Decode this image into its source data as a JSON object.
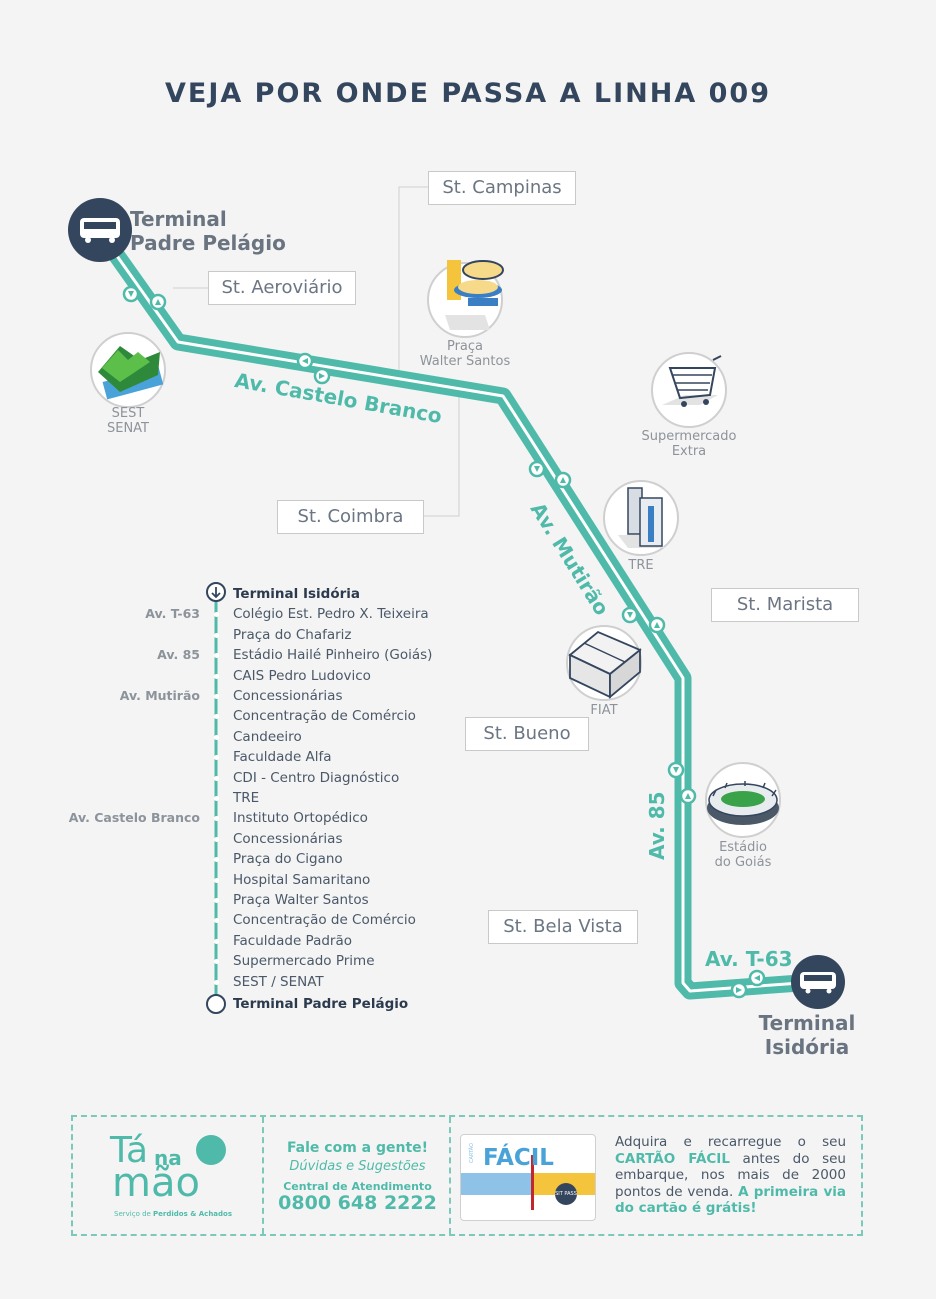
{
  "title": "VEJA POR ONDE PASSA A LINHA 009",
  "colors": {
    "route": "#4fbaa9",
    "navy": "#34465e",
    "accent_yellow": "#f3c43c",
    "accent_blue": "#8ec2e6",
    "accent_red": "#c2272d"
  },
  "terminals": {
    "start": {
      "line1": "Terminal",
      "line2": "Padre Pelágio",
      "icon": "bus-icon"
    },
    "end": {
      "line1": "Terminal",
      "line2": "Isidória",
      "icon": "bus-icon"
    }
  },
  "sectors": [
    "St. Campinas",
    "St. Aeroviário",
    "St. Coimbra",
    "St. Marista",
    "St. Bueno",
    "St. Bela Vista"
  ],
  "streets": [
    "Av. Castelo Branco",
    "Av. Mutirão",
    "Av. 85",
    "Av. T-63"
  ],
  "landmarks": {
    "sest": {
      "line1": "SEST",
      "line2": "SENAT"
    },
    "praca": {
      "line1": "Praça",
      "line2": "Walter Santos"
    },
    "super": {
      "line1": "Supermercado",
      "line2": "Extra"
    },
    "tre": {
      "line1": "TRE"
    },
    "fiat": {
      "line1": "FIAT"
    },
    "estadio": {
      "line1": "Estádio",
      "line2": "do Goiás"
    }
  },
  "stops": [
    {
      "name": "Terminal Isidória",
      "side": ""
    },
    {
      "name": "Colégio Est. Pedro X. Teixeira",
      "side": "Av. T-63"
    },
    {
      "name": "Praça do Chafariz",
      "side": ""
    },
    {
      "name": "Estádio Hailé Pinheiro (Goiás)",
      "side": "Av. 85"
    },
    {
      "name": "CAIS Pedro Ludovico",
      "side": ""
    },
    {
      "name": "Concessionárias",
      "side": "Av. Mutirão"
    },
    {
      "name": "Concentração de Comércio",
      "side": ""
    },
    {
      "name": "Candeeiro",
      "side": ""
    },
    {
      "name": "Faculdade Alfa",
      "side": ""
    },
    {
      "name": "CDI - Centro Diagnóstico",
      "side": ""
    },
    {
      "name": "TRE",
      "side": ""
    },
    {
      "name": "Instituto Ortopédico",
      "side": "Av. Castelo Branco"
    },
    {
      "name": "Concessionárias",
      "side": ""
    },
    {
      "name": "Praça do Cigano",
      "side": ""
    },
    {
      "name": "Hospital Samaritano",
      "side": ""
    },
    {
      "name": "Praça Walter Santos",
      "side": ""
    },
    {
      "name": "Concentração de Comércio",
      "side": ""
    },
    {
      "name": "Faculdade Padrão",
      "side": ""
    },
    {
      "name": "Supermercado Prime",
      "side": ""
    },
    {
      "name": "SEST / SENAT",
      "side": ""
    },
    {
      "name": "Terminal Padre Pelágio",
      "side": ""
    }
  ],
  "footer": {
    "logo": {
      "ta": "Tá",
      "na": "na",
      "mao": "mão",
      "tagline_pre": "Serviço de ",
      "tagline_bold": "Perdidos & Achados"
    },
    "contact": {
      "heading": "Fale com a gente!",
      "sub": "Dúvidas e Sugestões",
      "central": "Central de Atendimento",
      "phone": "0800 648 2222"
    },
    "card": {
      "small": "CARTÃO",
      "brand": "FÁCIL",
      "badge": "SIT PASS"
    },
    "cardtext": {
      "pre": "Adquira e recarregue o seu ",
      "bold1": "CARTÃO FÁCIL",
      "mid": " antes do seu embarque, nos mais de 2000 pontos de venda. ",
      "bold2": "A primeira via do cartão é grátis!"
    }
  }
}
